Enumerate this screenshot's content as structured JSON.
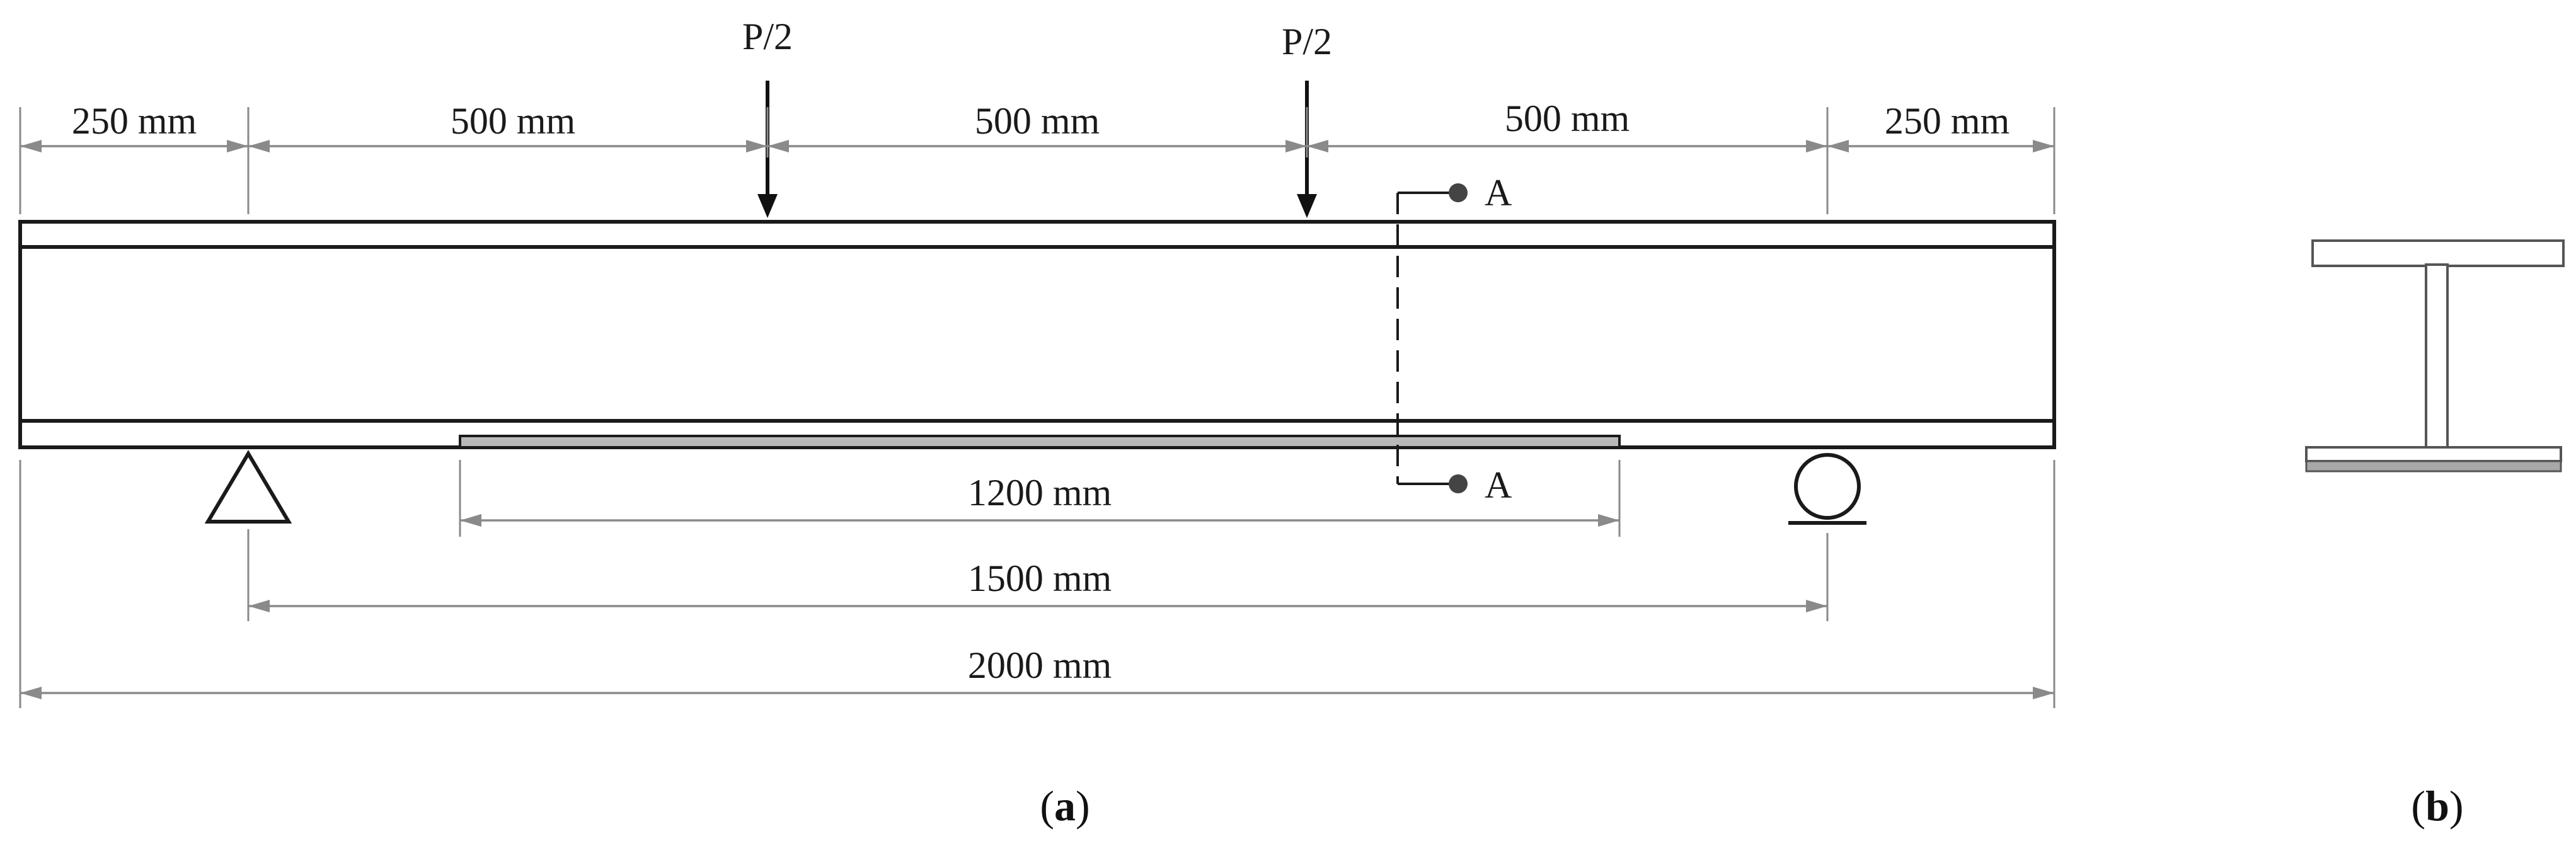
{
  "loads": {
    "left_label": "P/2",
    "right_label": "P/2"
  },
  "top_dimensions": [
    "250 mm",
    "500 mm",
    "500 mm",
    "500 mm",
    "250 mm"
  ],
  "bottom_dimensions": {
    "plate_length": "1200 mm",
    "support_span": "1500 mm",
    "total_length": "2000 mm"
  },
  "section_marker": {
    "top_label": "A",
    "bottom_label": "A"
  },
  "captions": {
    "a_open": "(",
    "a_letter": "a",
    "a_close": ")",
    "b_open": "(",
    "b_letter": "b",
    "b_close": ")"
  },
  "colors": {
    "beam_outline": "#1a1a1a",
    "dimension_line": "#8a8a8a",
    "cfrp_plate": "#b9b9b9"
  }
}
